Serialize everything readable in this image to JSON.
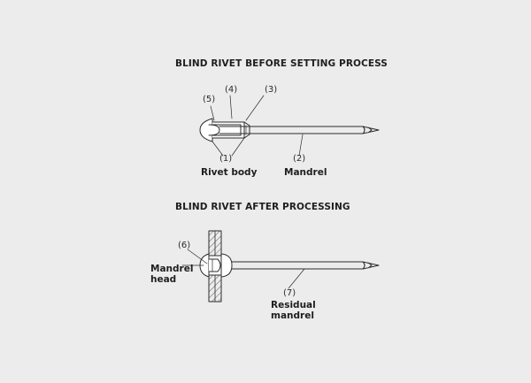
{
  "diagram_before": {
    "title": "BLIND RIVET BEFORE SETTING PROCESS",
    "callouts": [
      "(1)",
      "(2)",
      "(3)",
      "(4)",
      "(5)"
    ],
    "labels": {
      "rivet_body": "Rivet body",
      "mandrel": "Mandrel"
    }
  },
  "diagram_after": {
    "title": "BLIND RIVET AFTER PROCESSING",
    "callouts": [
      "(6)",
      "(7)"
    ],
    "labels": {
      "mandrel_head_line1": "Mandrel",
      "mandrel_head_line2": "head",
      "residual_mandrel_line1": "Residual",
      "residual_mandrel_line2": "mandrel"
    }
  }
}
